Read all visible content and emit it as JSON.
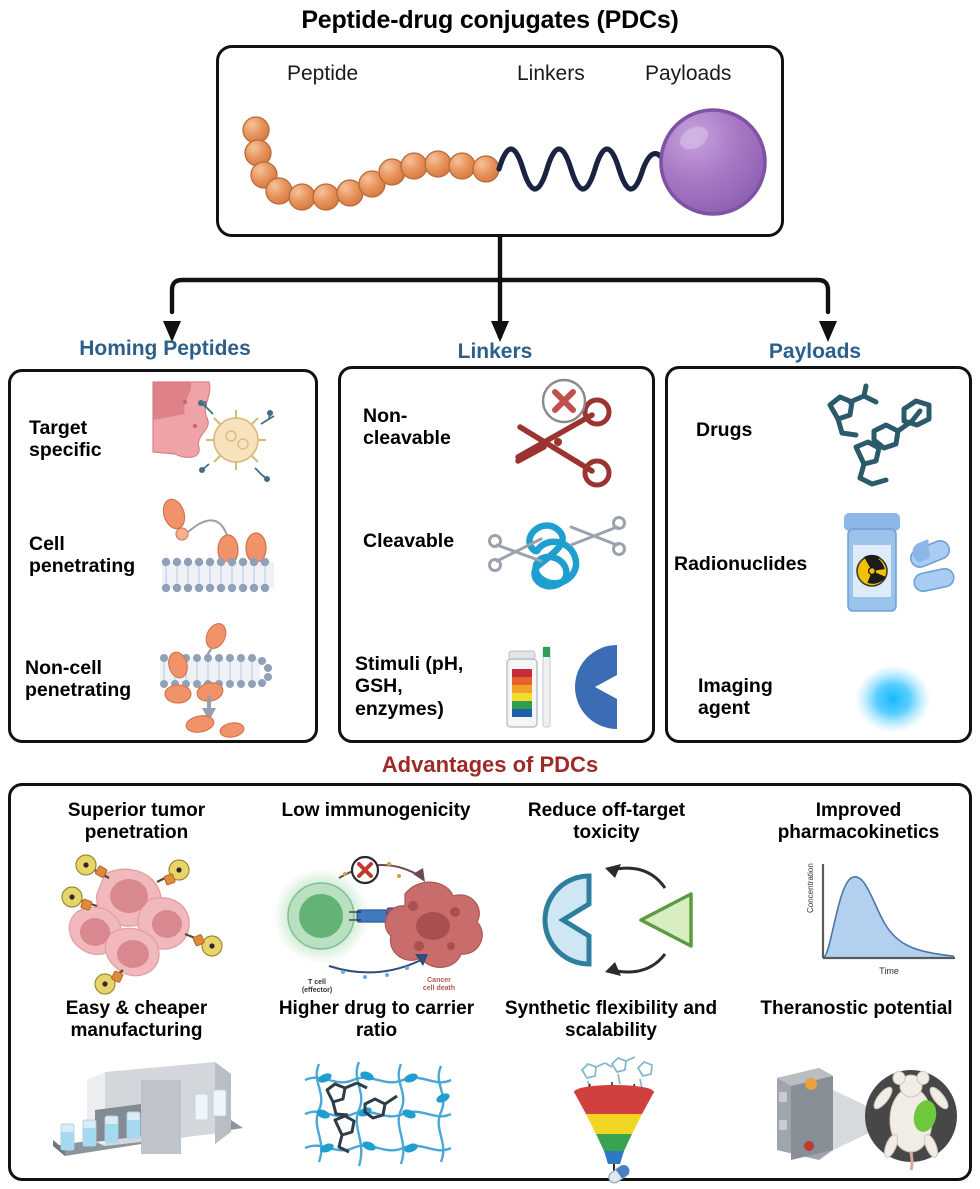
{
  "figure": {
    "title": "Peptide-drug conjugates (PDCs)",
    "advantages_title": "Advantages of PDCs",
    "colors": {
      "header_blue": "#2c5f8a",
      "advantages_red": "#9e2a28",
      "peptide_orange": "#e8955e",
      "payload_purple": "#a779c4",
      "linker_navy": "#1a2340",
      "outline_black": "#111111"
    }
  },
  "schematic": {
    "labels": {
      "peptide": "Peptide",
      "linkers": "Linkers",
      "payloads": "Payloads"
    },
    "peptide_bead_count": 13
  },
  "categories": [
    {
      "header": "Homing Peptides",
      "items": [
        {
          "label": "Target specific",
          "icon": "tumor-cell-antibody-icon"
        },
        {
          "label": "Cell penetrating",
          "icon": "membrane-penetration-icon"
        },
        {
          "label": "Non-cell penetrating",
          "icon": "membrane-blocked-icon"
        }
      ]
    },
    {
      "header": "Linkers",
      "items": [
        {
          "label": "Non-cleavable",
          "icon": "scissors-crossed-out-icon"
        },
        {
          "label": "Cleavable",
          "icon": "scissors-cutting-chain-icon"
        },
        {
          "label": "Stimuli (pH, GSH, enzymes)",
          "icon": "ph-strip-and-enzyme-icon"
        }
      ]
    },
    {
      "header": "Payloads",
      "items": [
        {
          "label": "Drugs",
          "icon": "molecule-structure-icon"
        },
        {
          "label": "Radionuclides",
          "icon": "radioactive-pill-bottle-icon"
        },
        {
          "label": "Imaging agent",
          "icon": "fluorescent-glow-icon"
        }
      ]
    }
  ],
  "advantages": [
    {
      "label": "Superior tumor penetration",
      "icon": "tumor-cells-radioconjugate-icon"
    },
    {
      "label": "Low immunogenicity",
      "icon": "t-cell-cancer-death-icon",
      "annotations": {
        "left": "T cell\n(effector)",
        "left_line1": "T cell",
        "left_line2": "(effector)",
        "right_line1": "Cancer",
        "right_line2": "cell death"
      }
    },
    {
      "label": "Reduce off-target toxicity",
      "icon": "receptor-ligand-icon"
    },
    {
      "label": "Improved pharmacokinetics",
      "icon": "pk-curve-icon",
      "chart": {
        "ylabel": "Concentration",
        "xlabel": "Time"
      }
    },
    {
      "label": "Easy & cheaper manufacturing",
      "icon": "vial-production-line-icon"
    },
    {
      "label": "Higher drug to carrier ratio",
      "icon": "polymer-mesh-drug-icon"
    },
    {
      "label": "Synthetic flexibility and scalability",
      "icon": "rainbow-funnel-icon"
    },
    {
      "label": "Theranostic potential",
      "icon": "mouse-imaging-icon"
    }
  ],
  "chart_data": {
    "type": "line",
    "title": "",
    "xlabel": "Time",
    "ylabel": "Concentration",
    "x": [
      0,
      0.5,
      1,
      1.5,
      2,
      3,
      4,
      5,
      6,
      7,
      8,
      9,
      10
    ],
    "values": [
      0,
      62,
      88,
      80,
      66,
      45,
      32,
      23,
      17,
      12,
      9,
      7,
      5
    ],
    "ylim": [
      0,
      100
    ],
    "grid": false,
    "legend": "none",
    "series": [
      {
        "name": "Concentration vs Time",
        "values": [
          0,
          62,
          88,
          80,
          66,
          45,
          32,
          23,
          17,
          12,
          9,
          7,
          5
        ]
      }
    ]
  }
}
